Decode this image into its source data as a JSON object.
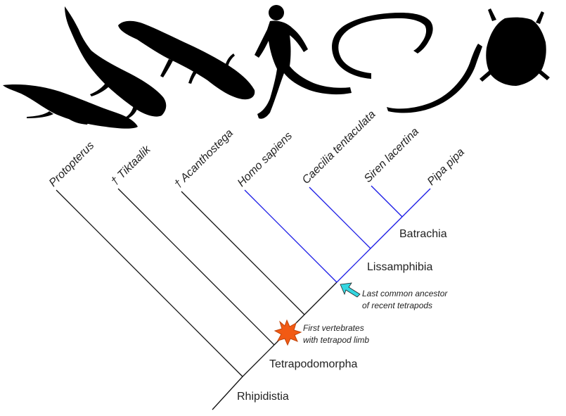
{
  "taxa": {
    "protopterus": "Protopterus",
    "tiktaalik": "† Tiktaalik",
    "acanthostega": "† Acanthostega",
    "homo": "Homo sapiens",
    "caecilia": "Caecilia tentaculata",
    "siren": "Siren lacertina",
    "pipa": "Pipa pipa"
  },
  "clades": {
    "batrachia": "Batrachia",
    "lissamphibia": "Lissamphibia",
    "tetrapodomorpha": "Tetrapodomorpha",
    "rhipidistia": "Rhipidistia"
  },
  "annotations": {
    "lca_line1": "Last common ancestor",
    "lca_line2": "of recent tetrapods",
    "limb_line1": "First vertebrates",
    "limb_line2": "with tetrapod limb"
  },
  "colors": {
    "crown_branches": "#1a1ae6",
    "stem_branches": "#111111",
    "lca_marker": "#33d6e0",
    "limb_marker": "#f25a14"
  },
  "icons": {
    "lca_marker": "arrow-icon",
    "limb_marker": "star-icon"
  }
}
